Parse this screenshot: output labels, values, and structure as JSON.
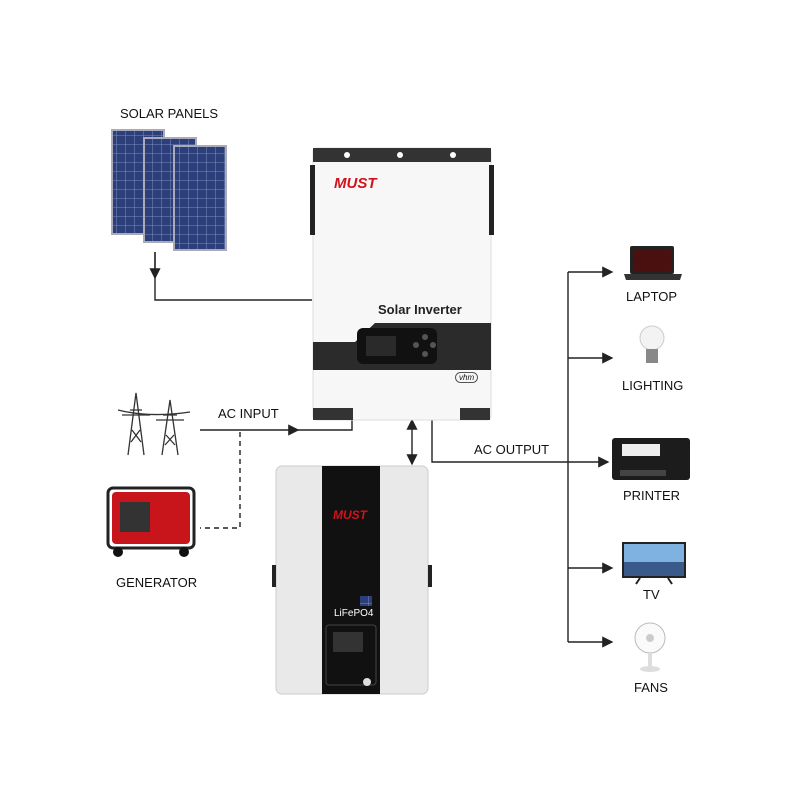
{
  "labels": {
    "solar_panels": "SOLAR PANELS",
    "ac_input": "AC INPUT",
    "generator": "GENERATOR",
    "ac_output": "AC OUTPUT",
    "laptop": "LAPTOP",
    "lighting": "LIGHTING",
    "printer": "PRINTER",
    "tv": "TV",
    "fans": "FANS"
  },
  "inverter": {
    "brand": "MUST",
    "model": "Solar Inverter",
    "badge": "vhm"
  },
  "battery": {
    "brand": "MUST",
    "model": "LiFePO4"
  },
  "colors": {
    "brand_red": "#d0121b",
    "line": "#222222",
    "device_dark": "#2b2b2b"
  }
}
